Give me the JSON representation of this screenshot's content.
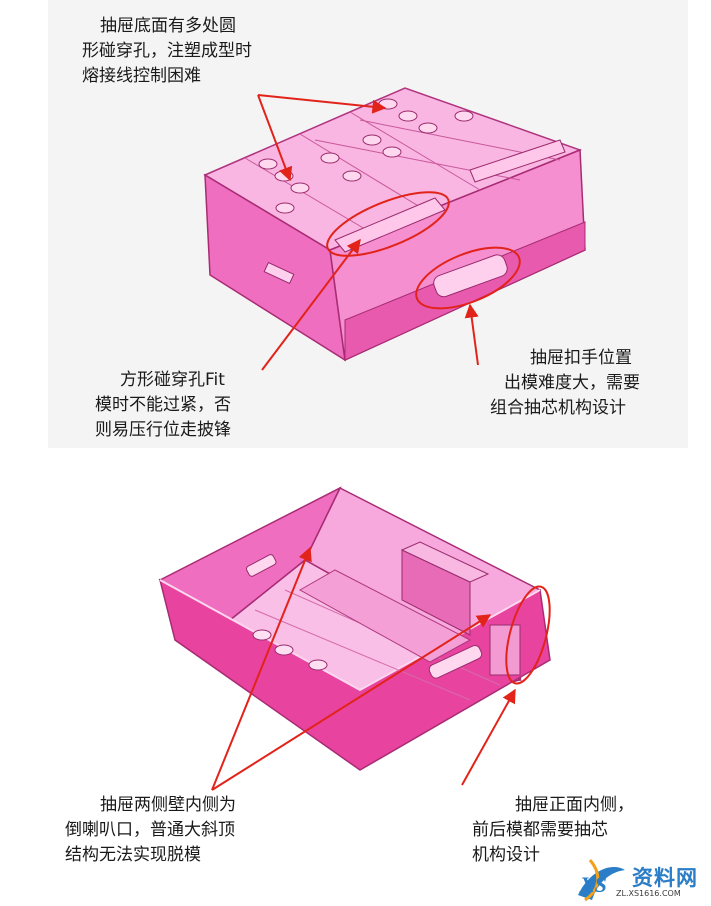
{
  "captions": {
    "top_left": {
      "lines": [
        "抽屉底面有多处圆",
        "形碰穿孔，注塑成型时",
        "熔接线控制困难"
      ]
    },
    "top_mid": {
      "lines": [
        "方形碰穿孔Fit",
        "模时不能过紧，否",
        "则易压行位走披锋"
      ]
    },
    "top_right": {
      "lines": [
        "抽屉扣手位置",
        "出模难度大，需要",
        "组合抽芯机构设计"
      ]
    },
    "bottom_left": {
      "lines": [
        "抽屉两侧壁内侧为",
        "倒喇叭口，普通大斜顶",
        "结构无法实现脱模"
      ]
    },
    "bottom_right": {
      "lines": [
        "抽屉正面内侧，",
        "前后模都需要抽芯",
        "机构设计"
      ]
    }
  },
  "watermark": {
    "text": "资料网",
    "url": "ZL.XS1616.COM"
  },
  "colors": {
    "part_pink": "#f06ec0",
    "part_light": "#f7a8dc",
    "part_dark": "#c93c94",
    "annotation_red": "#e2231a"
  }
}
